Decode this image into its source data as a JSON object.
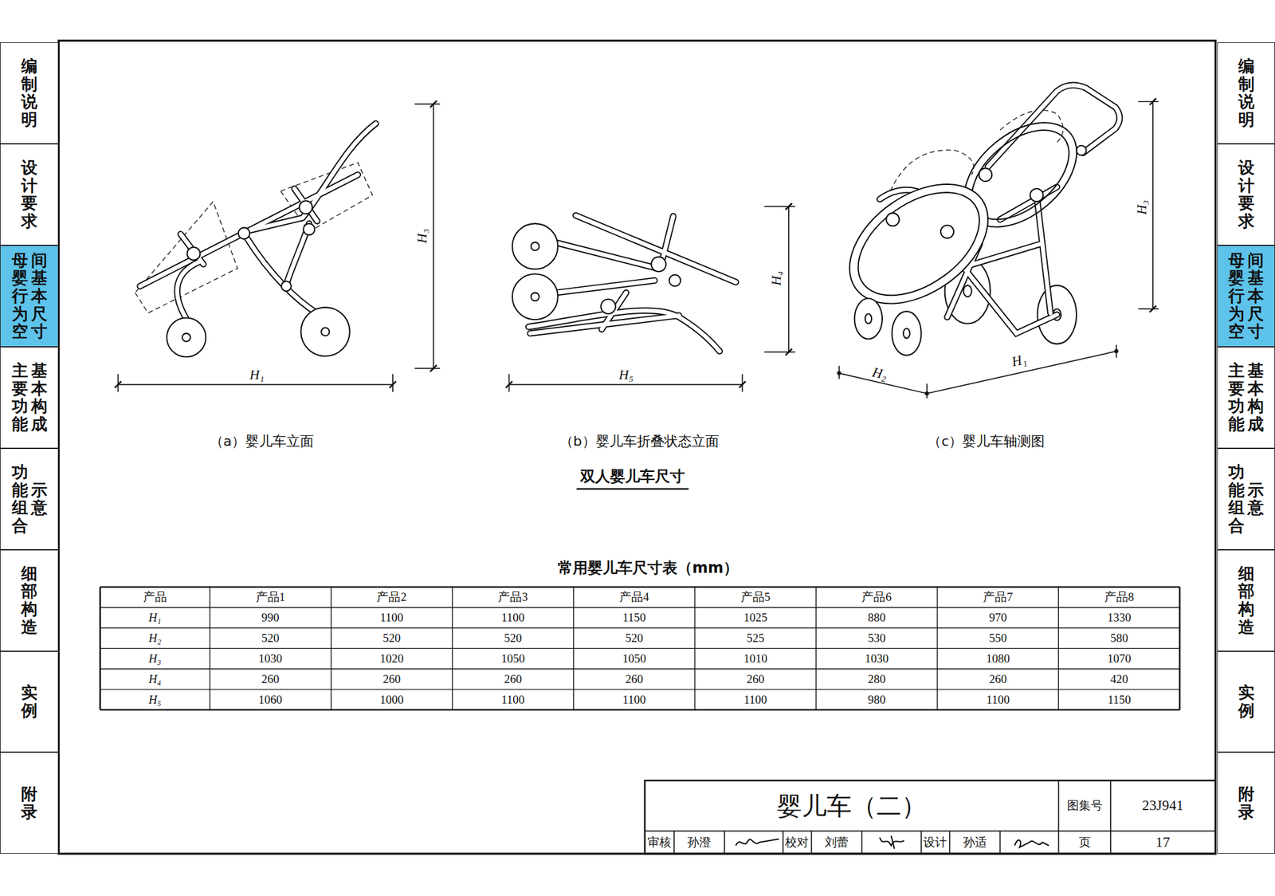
{
  "diagram": {
    "title": "婴儿车（二）",
    "caption": "双人婴儿车尺寸",
    "nodes": [
      {
        "text": [
          "编制说明"
        ]
      },
      {
        "text": [
          "设计要求"
        ]
      },
      {
        "text": [
          "母婴行为空",
          "间基本尺寸"
        ]
      },
      {
        "text": [
          "主要功能",
          "基本构成"
        ]
      },
      {
        "text": [
          "功能组合",
          "示意"
        ]
      },
      {
        "text": [
          "细部构造"
        ]
      },
      {
        "text": [
          "实例"
        ]
      },
      {
        "text": [
          "附录"
        ]
      },
      {
        "text": [
          "编制说明"
        ]
      },
      {
        "text": [
          "设计要求"
        ]
      },
      {
        "text": [
          "母婴行为空",
          "间基本尺寸"
        ]
      },
      {
        "text": [
          "主要功能",
          "基本构成"
        ]
      },
      {
        "text": [
          "功能组合",
          "示意"
        ]
      },
      {
        "text": [
          "细部构造"
        ]
      },
      {
        "text": [
          "实例"
        ]
      },
      {
        "text": [
          "附录"
        ]
      }
    ],
    "labels": [
      "H₁",
      "H₃",
      "H₅",
      "H₄",
      "H₃",
      "H₂",
      "H₁",
      "（a）婴儿车立面",
      "（b）婴儿车折叠状态立面",
      "（c）婴儿车轴测图",
      "常用婴儿车尺寸表（mm）",
      "产品",
      "产品1",
      "产品2",
      "产品3",
      "产品4",
      "产品5",
      "产品6",
      "产品7",
      "产品8",
      "H₁",
      "990",
      "1100",
      "1100",
      "1150",
      "1025",
      "880",
      "970",
      "1330",
      "H₂",
      "520",
      "520",
      "520",
      "520",
      "525",
      "530",
      "550",
      "580",
      "H₃",
      "1030",
      "1020",
      "1050",
      "1050",
      "1010",
      "1030",
      "1080",
      "1070",
      "H₄",
      "260",
      "260",
      "260",
      "260",
      "260",
      "280",
      "260",
      "420",
      "H₅",
      "1060",
      "1000",
      "1100",
      "1100",
      "1100",
      "980",
      "1100",
      "1150",
      "图集号",
      "23J941",
      "审核",
      "孙澄",
      "校对",
      "刘蕾",
      "设计",
      "孙适",
      "页",
      "17"
    ]
  }
}
